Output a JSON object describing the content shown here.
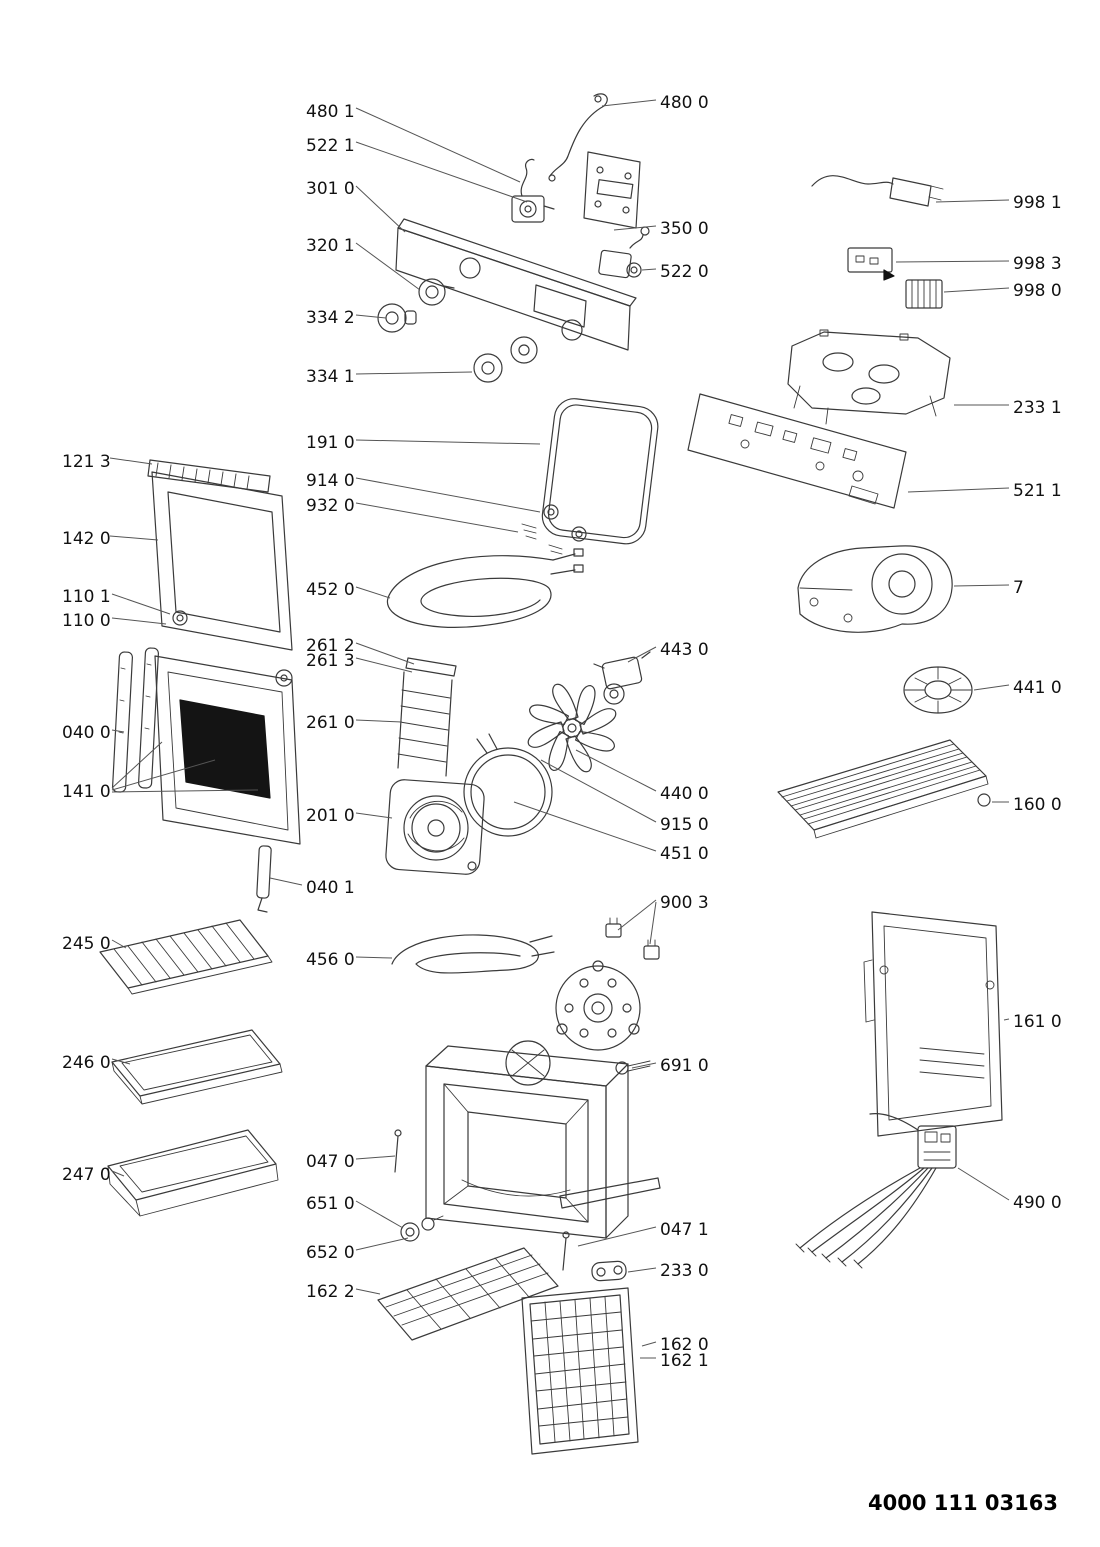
{
  "page": {
    "background": "#ffffff",
    "line_color": "#3a3a3a",
    "text_color": "#111111"
  },
  "doc_number": "4000 111 03163",
  "part_labels": {
    "480_1": "480 1",
    "522_1": "522 1",
    "301_0": "301 0",
    "320_1": "320 1",
    "334_2": "334 2",
    "334_1": "334 1",
    "480_0": "480 0",
    "350_0": "350 0",
    "522_0": "522 0",
    "998_1": "998 1",
    "998_3": "998 3",
    "998_0": "998 0",
    "233_1": "233 1",
    "521_1": "521 1",
    "191_0": "191 0",
    "914_0": "914 0",
    "932_0": "932 0",
    "452_0": "452 0",
    "121_3": "121 3",
    "142_0": "142 0",
    "110_1": "110 1",
    "110_0": "110 0",
    "040_0": "040 0",
    "141_0": "141 0",
    "261_2": "261 2",
    "261_3": "261 3",
    "261_0": "261 0",
    "201_0": "201 0",
    "443_0": "443 0",
    "440_0": "440 0",
    "915_0": "915 0",
    "451_0": "451 0",
    "7": "7",
    "441_0": "441 0",
    "160_0": "160 0",
    "040_1": "040 1",
    "900_3": "900 3",
    "245_0": "245 0",
    "456_0": "456 0",
    "246_0": "246 0",
    "247_0": "247 0",
    "691_0": "691 0",
    "161_0": "161 0",
    "047_0": "047 0",
    "651_0": "651 0",
    "652_0": "652 0",
    "490_0": "490 0",
    "162_2": "162 2",
    "047_1": "047 1",
    "233_0": "233 0",
    "162_0": "162 0",
    "162_1": "162 1"
  }
}
